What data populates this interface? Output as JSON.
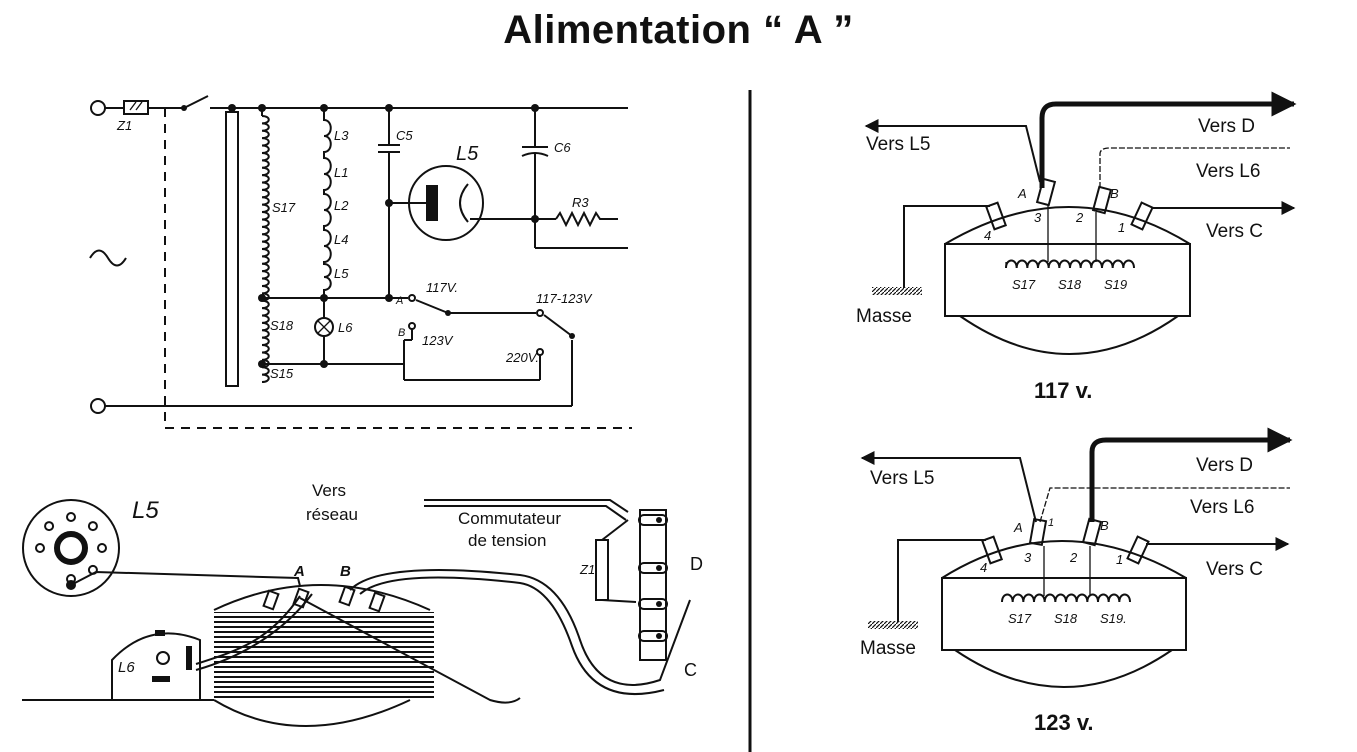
{
  "title": "Alimentation “ A ”",
  "schematic": {
    "fuse": "Z1",
    "transformer": "S17",
    "tap_s18": "S18",
    "tap_s15": "S15",
    "coils": [
      "L3",
      "L1",
      "L2",
      "L4",
      "L5"
    ],
    "lamp": "L6",
    "cap_c5": "C5",
    "cap_c6": "C6",
    "tube": "L5",
    "resistor": "R3",
    "switch_117": "117V.",
    "switch_a": "A",
    "switch_b": "B",
    "switch_123": "123V",
    "switch_117_123": "117-123V",
    "switch_220": "220V."
  },
  "wiring": {
    "socket": "L5",
    "vers_reseau": [
      "Vers",
      "réseau"
    ],
    "commutateur": [
      "Commutateur",
      "de  tension"
    ],
    "fuse": "Z1",
    "point_a": "A",
    "point_b": "B",
    "point_c": "C",
    "point_d": "D",
    "lamp": "L6"
  },
  "config_117": {
    "vers_l5": "Vers L5",
    "vers_d": "Vers D",
    "vers_l6": "Vers L6",
    "vers_c": "Vers C",
    "masse": "Masse",
    "pin_labels": [
      "A",
      "B"
    ],
    "pins": [
      "4",
      "3",
      "2",
      "1"
    ],
    "windings": [
      "S17",
      "S18",
      "S19"
    ],
    "caption": "117 v."
  },
  "config_123": {
    "vers_l5": "Vers L5",
    "vers_d": "Vers D",
    "vers_l6": "Vers L6",
    "vers_c": "Vers C",
    "masse": "Masse",
    "pin_labels": [
      "A",
      "1",
      "B"
    ],
    "pins": [
      "4",
      "3",
      "2",
      "1"
    ],
    "windings": [
      "S17",
      "S18",
      "S19."
    ],
    "caption": "123 v."
  }
}
